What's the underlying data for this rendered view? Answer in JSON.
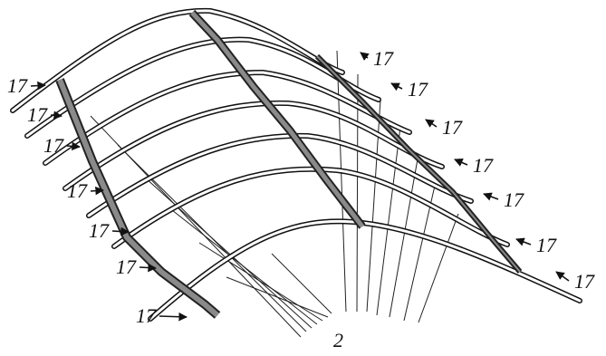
{
  "figure": {
    "left_callouts": [
      "17",
      "17",
      "17",
      "17",
      "17",
      "17",
      "17"
    ],
    "right_callouts": [
      "17",
      "17",
      "17",
      "17",
      "17",
      "17",
      "17"
    ],
    "center_label": "2"
  }
}
